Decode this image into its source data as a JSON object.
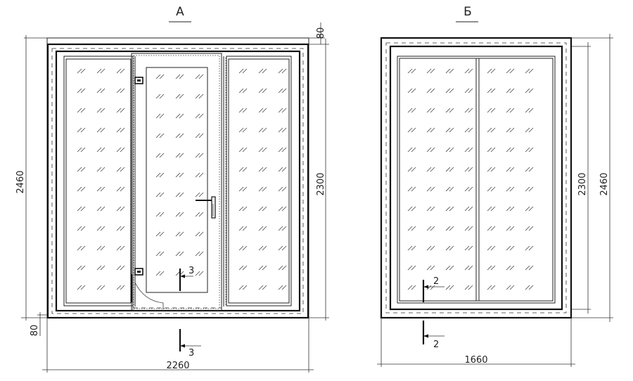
{
  "views": {
    "a": {
      "title": "А",
      "dim_total_width": "2260",
      "dim_total_height": "2460",
      "dim_frame_height": "2300",
      "dim_top_offset": "80",
      "dim_bottom_offset": "80",
      "section_mark_inner": "3",
      "section_mark_outer": "3"
    },
    "b": {
      "title": "Б",
      "dim_total_width": "1660",
      "dim_frame_height": "2300",
      "dim_total_height": "2460",
      "section_mark_inner": "2",
      "section_mark_outer": "2"
    }
  }
}
